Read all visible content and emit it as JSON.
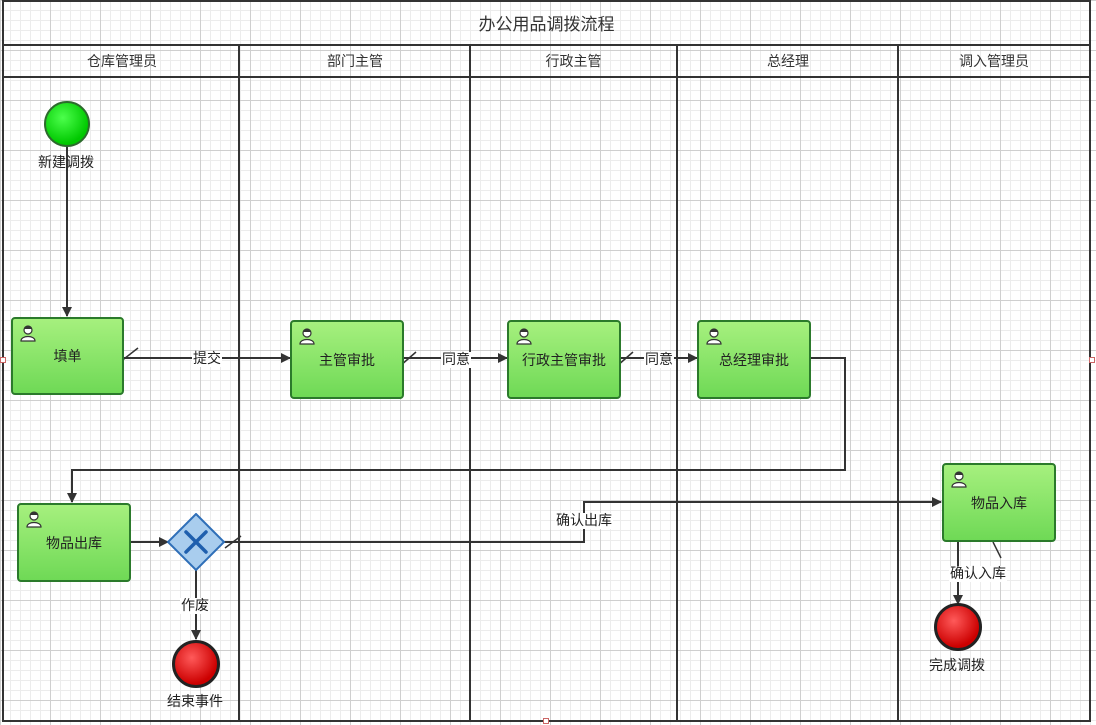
{
  "title": "办公用品调拨流程",
  "lanes": [
    "仓库管理员",
    "部门主管",
    "行政主管",
    "总经理",
    "调入管理员"
  ],
  "events": {
    "start": "新建调拨",
    "end_void": "结束事件",
    "end_done": "完成调拨"
  },
  "tasks": {
    "fill": "填单",
    "supervisor": "主管审批",
    "admin": "行政主管审批",
    "gm": "总经理审批",
    "outbound": "物品出库",
    "inbound": "物品入库"
  },
  "flows": {
    "submit": "提交",
    "agree1": "同意",
    "agree2": "同意",
    "confirm_out": "确认出库",
    "void": "作废",
    "confirm_in": "确认入库"
  },
  "icons": {
    "task": "user-icon",
    "gateway": "exclusive-gateway-x-icon"
  }
}
